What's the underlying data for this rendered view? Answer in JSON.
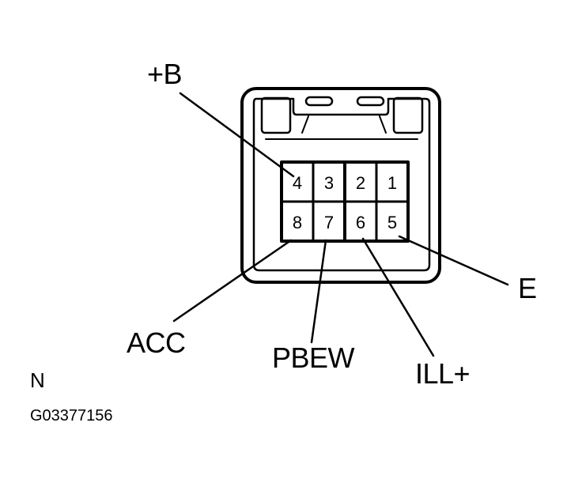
{
  "connector": {
    "pins_top": [
      "4",
      "3",
      "2",
      "1"
    ],
    "pins_bottom": [
      "8",
      "7",
      "6",
      "5"
    ]
  },
  "labels": {
    "plus_b": "+B",
    "acc": "ACC",
    "pbew": "PBEW",
    "ill_plus": "ILL+",
    "e": "E"
  },
  "figure": {
    "view_code": "N",
    "figure_id": "G03377156"
  }
}
